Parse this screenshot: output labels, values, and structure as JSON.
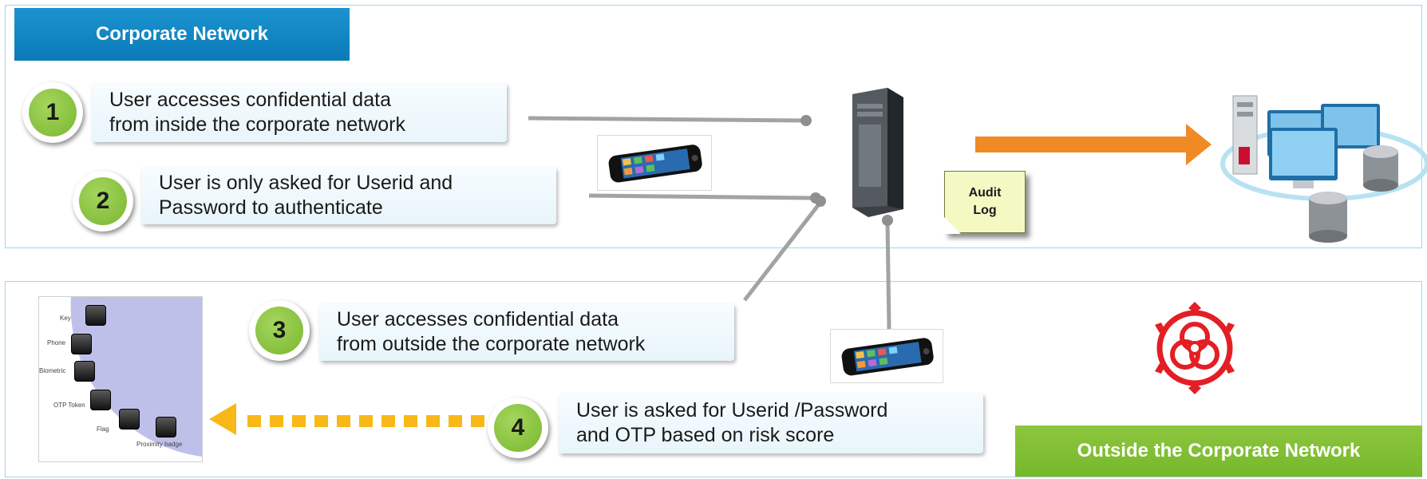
{
  "corporate_network": {
    "header": "Corporate Network"
  },
  "outside_network": {
    "header": "Outside the Corporate Network"
  },
  "steps": [
    {
      "number": "1",
      "lines": [
        "User accesses confidential data",
        "from inside the corporate network"
      ]
    },
    {
      "number": "2",
      "lines": [
        "User is only asked for Userid and",
        "Password to authenticate"
      ]
    },
    {
      "number": "3",
      "lines": [
        "User accesses confidential data",
        "from outside the corporate network"
      ]
    },
    {
      "number": "4",
      "lines": [
        "User is asked for Userid /Password",
        "and OTP based on risk score"
      ]
    }
  ],
  "audit_log": {
    "line1": "Audit",
    "line2": "Log"
  },
  "auth_factors": {
    "labels": [
      "Key",
      "Phone",
      "Biometric",
      "OTP Token",
      "Flag",
      "Proximity badge"
    ]
  },
  "icons": [
    "smartphone-icon",
    "server-tower-icon",
    "network-computers-icon",
    "database-icon",
    "biohazard-icon",
    "audit-log-icon"
  ],
  "colors": {
    "corporate_header": "#0a7bb8",
    "outside_header": "#7ab62f",
    "step_circle": "#8dc63f",
    "arrow_orange": "#f08a24",
    "arrow_yellow": "#f8b818",
    "biohazard_red": "#e31e24",
    "panel_border": "#9fd6ec"
  }
}
